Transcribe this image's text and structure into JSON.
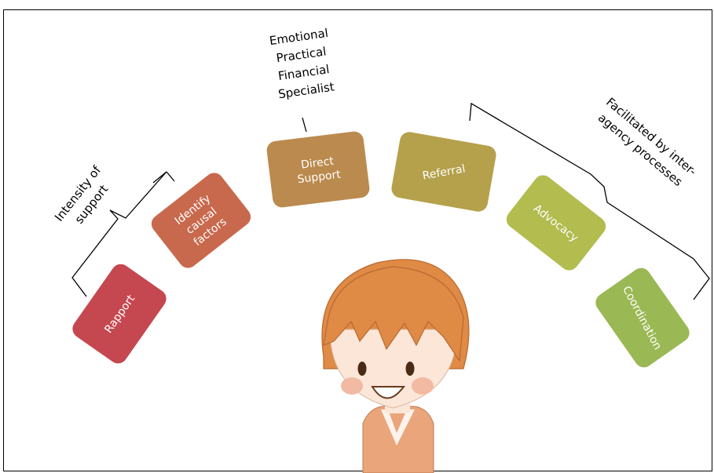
{
  "diagram": {
    "top_label_lines": [
      "Emotional",
      "Practical",
      "Financial",
      "Specialist"
    ],
    "left_bracket_label_lines": [
      "Intensity of",
      "support"
    ],
    "right_bracket_label_lines": [
      "Facilitated by inter-",
      "agency processes"
    ],
    "boxes": [
      {
        "lines": [
          "Rapport"
        ],
        "color": "#c5474f"
      },
      {
        "lines": [
          "Identify",
          "causal",
          "factors"
        ],
        "color": "#c8694d"
      },
      {
        "lines": [
          "Direct",
          "Support"
        ],
        "color": "#bb8a4e"
      },
      {
        "lines": [
          "Referral"
        ],
        "color": "#b5a14c"
      },
      {
        "lines": [
          "Advocacy"
        ],
        "color": "#b2bc4f"
      },
      {
        "lines": [
          "Coordination"
        ],
        "color": "#9ab853"
      }
    ],
    "colors": {
      "hair": "#df8a45",
      "skin": "#fbe6d8",
      "cheeks": "#f2b9a3",
      "shirt": "#eaa57b",
      "collar": "#fdf3ec",
      "outline": "#a65c2c"
    }
  }
}
